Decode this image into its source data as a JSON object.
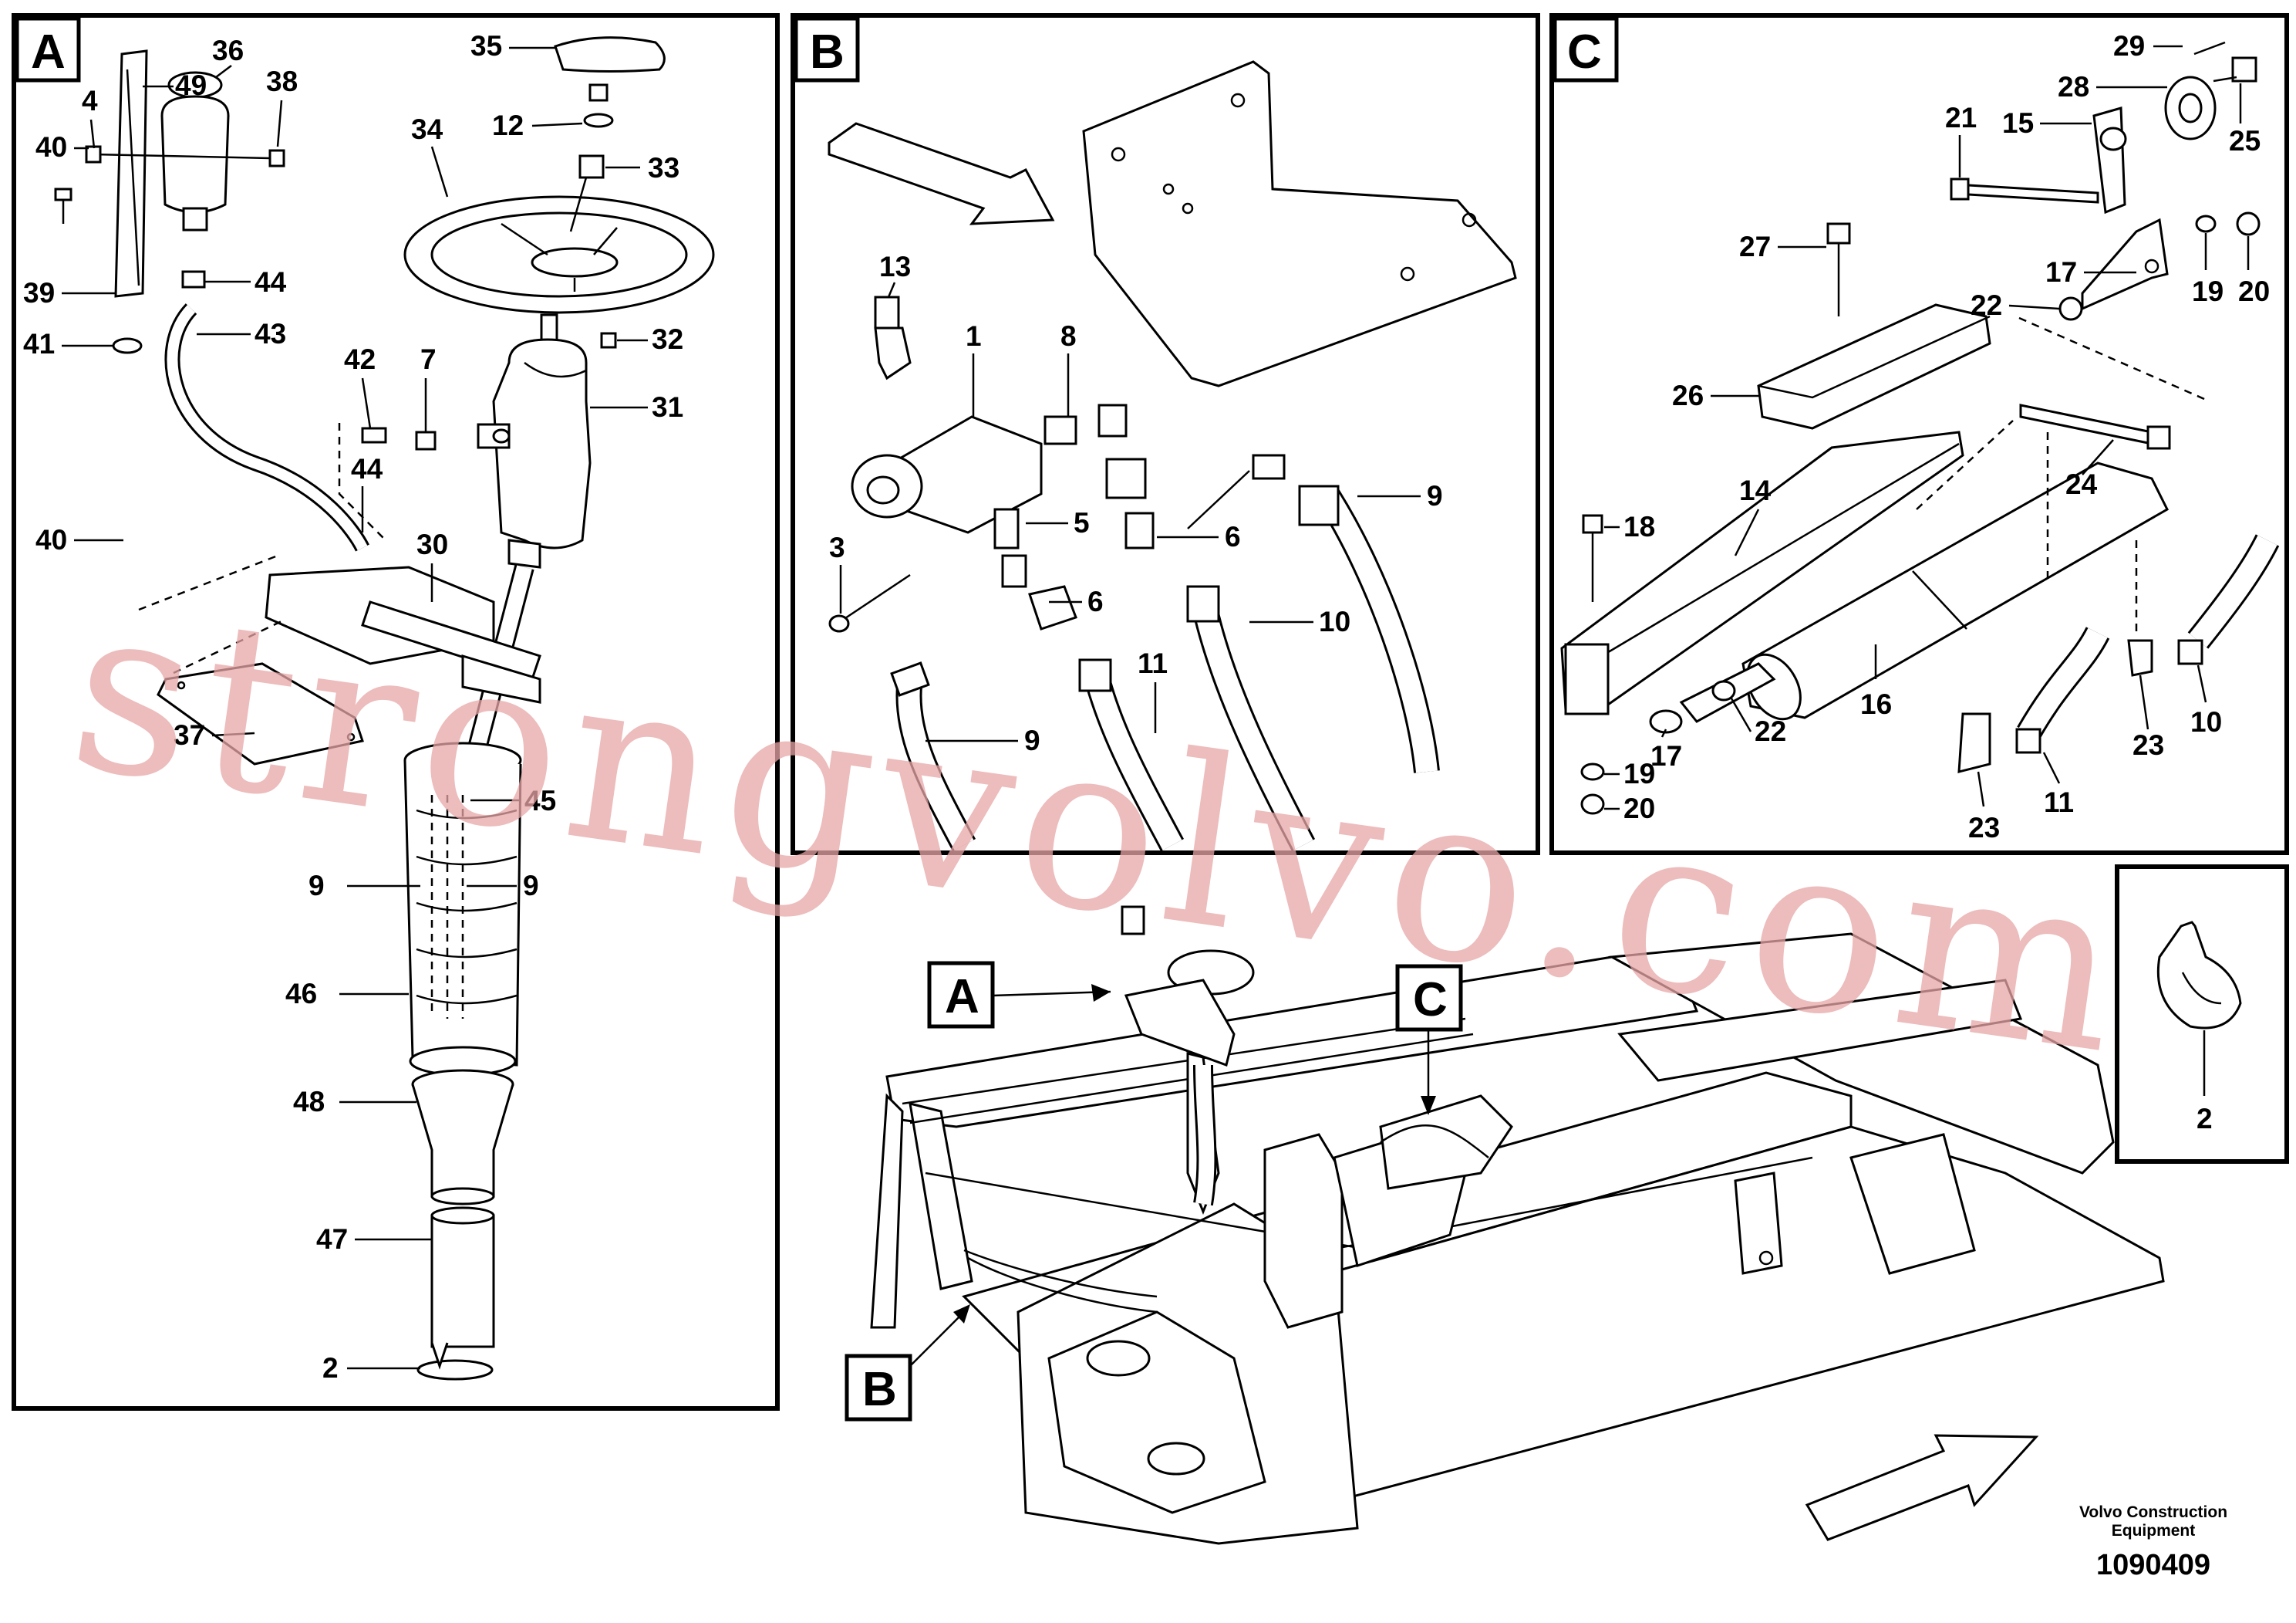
{
  "panels": {
    "a": {
      "tag": "A"
    },
    "b": {
      "tag": "B"
    },
    "c": {
      "tag": "C"
    }
  },
  "callouts": {
    "a": {
      "label": "A"
    },
    "b": {
      "label": "B"
    },
    "c": {
      "label": "C"
    }
  },
  "parts_a": [
    "35",
    "36",
    "38",
    "4",
    "49",
    "40",
    "12",
    "33",
    "34",
    "39",
    "44",
    "41",
    "43",
    "42",
    "7",
    "32",
    "31",
    "44",
    "40",
    "30",
    "37",
    "45",
    "9",
    "9",
    "46",
    "48",
    "47",
    "2"
  ],
  "parts_b": [
    "13",
    "1",
    "8",
    "3",
    "5",
    "6",
    "6",
    "9",
    "11",
    "10",
    "9"
  ],
  "parts_c": [
    "29",
    "28",
    "15",
    "25",
    "21",
    "27",
    "17",
    "19",
    "20",
    "22",
    "26",
    "14",
    "18",
    "24",
    "16",
    "22",
    "17",
    "23",
    "10",
    "19",
    "20",
    "23",
    "11"
  ],
  "clip_detail": {
    "part": "2"
  },
  "watermark": "strongvolvo.com",
  "footer": {
    "brand_line1": "Volvo Construction",
    "brand_line2": "Equipment",
    "drawing_number": "1090409"
  }
}
